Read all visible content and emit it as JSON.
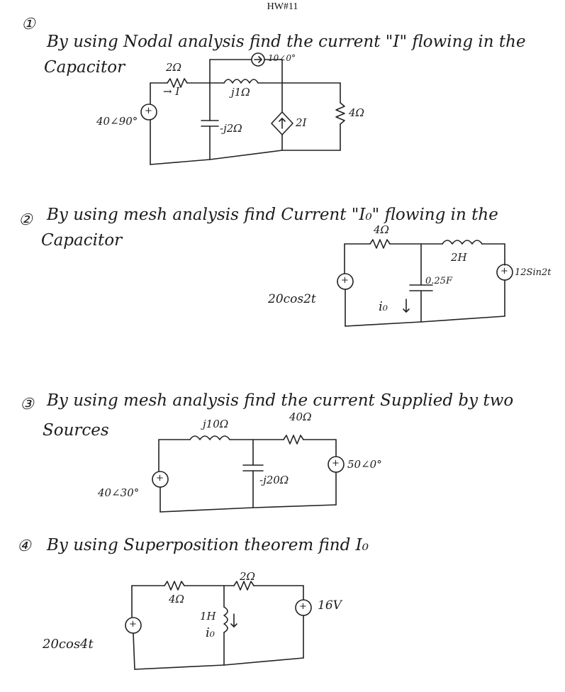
{
  "header": {
    "title": "HW#11"
  },
  "problems": [
    {
      "number": "①",
      "line1": "By using Nodal analysis find the current \"I\" flowing in the",
      "line2": "Capacitor",
      "labels": {
        "source": "40∠90°",
        "source_sign": "+",
        "r2": "2Ω",
        "current": "→ I",
        "top_source": "10∠0°",
        "inductor": "j1Ω",
        "capacitor": "-j2Ω",
        "dep_source": "2I",
        "r4": "4Ω"
      }
    },
    {
      "number": "②",
      "line1": "By using mesh analysis find Current \"I₀\" flowing in the",
      "line2": "Capacitor",
      "labels": {
        "left_source": "20cos2t",
        "left_sign": "+",
        "r4": "4Ω",
        "inductor": "2H",
        "capacitor": "0.25F",
        "io": "i₀",
        "right_source": "12Sin2t",
        "right_sign": "+"
      }
    },
    {
      "number": "③",
      "line1": "By using mesh analysis find the current Supplied by two",
      "line2": "Sources",
      "labels": {
        "left_source": "40∠30°",
        "left_sign": "+",
        "inductor": "j10Ω",
        "r40": "40Ω",
        "capacitor": "-j20Ω",
        "right_source": "50∠0°",
        "right_sign": "+"
      }
    },
    {
      "number": "④",
      "line1": "By using Superposition theorem find I₀",
      "labels": {
        "left_source": "20cos4t",
        "left_sign": "+",
        "r4": "4Ω",
        "r2": "2Ω",
        "inductor": "1H",
        "io": "i₀",
        "right_source": "16V",
        "right_sign": "+"
      }
    }
  ]
}
